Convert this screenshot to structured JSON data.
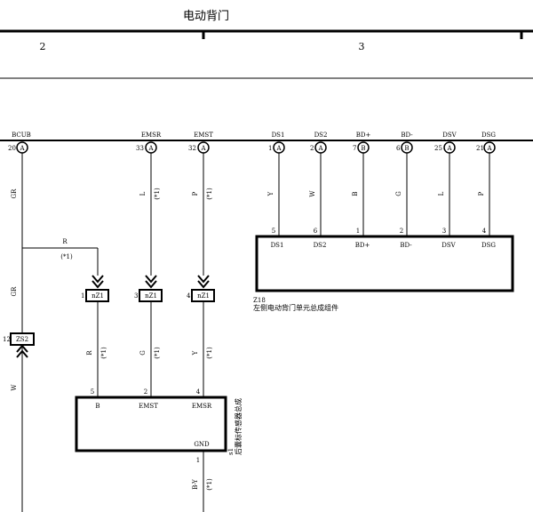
{
  "header": {
    "title": "电动背门",
    "sections": [
      "2",
      "3"
    ]
  },
  "connectors_top": [
    {
      "name": "BCUB",
      "pin": "20",
      "letter": "A"
    },
    {
      "name": "EMSR",
      "pin": "33",
      "letter": "A"
    },
    {
      "name": "EMST",
      "pin": "32",
      "letter": "A"
    },
    {
      "name": "DS1",
      "pin": "1",
      "letter": "A"
    },
    {
      "name": "DS2",
      "pin": "2",
      "letter": "A"
    },
    {
      "name": "BD+",
      "pin": "7",
      "letter": "B"
    },
    {
      "name": "BD-",
      "pin": "6",
      "letter": "B"
    },
    {
      "name": "DSV",
      "pin": "25",
      "letter": "A"
    },
    {
      "name": "DSG",
      "pin": "21",
      "letter": "A"
    }
  ],
  "wires": {
    "bcub_upper": "GR",
    "bcub_lower": "GR",
    "branch_color": "R",
    "branch_note": "(*1)",
    "bottom_left": "W",
    "emsr": {
      "color": "L",
      "note": "(*1)"
    },
    "emst": {
      "color": "P",
      "note": "(*1)"
    },
    "ds": [
      "Y",
      "W",
      "B",
      "G",
      "L",
      "P"
    ],
    "sensor": [
      {
        "color": "R",
        "note": "(*1)"
      },
      {
        "color": "G",
        "note": "(*1)"
      },
      {
        "color": "Y",
        "note": "(*1)"
      }
    ],
    "gnd": {
      "color": "B-Y",
      "note": "(*1)"
    }
  },
  "z18": {
    "code": "Z18",
    "title": "左侧电动背门单元总成组件",
    "pins": [
      {
        "num": "5",
        "label": "DS1"
      },
      {
        "num": "6",
        "label": "DS2"
      },
      {
        "num": "1",
        "label": "BD+"
      },
      {
        "num": "2",
        "label": "BD-"
      },
      {
        "num": "3",
        "label": "DSV"
      },
      {
        "num": "4",
        "label": "DSG"
      }
    ]
  },
  "nz1": [
    {
      "pin": "1",
      "code": "nZ1"
    },
    {
      "pin": "3",
      "code": "nZ1"
    },
    {
      "pin": "4",
      "code": "nZ1"
    }
  ],
  "zs2": {
    "pin": "12",
    "code": "ZS2"
  },
  "s1": {
    "code": "s1",
    "title": "后囊标传感器总成",
    "pins": [
      {
        "num": "5",
        "label": "B"
      },
      {
        "num": "2",
        "label": "EMST"
      },
      {
        "num": "4",
        "label": "EMSR"
      },
      {
        "num": "1",
        "label": "GND"
      }
    ]
  }
}
